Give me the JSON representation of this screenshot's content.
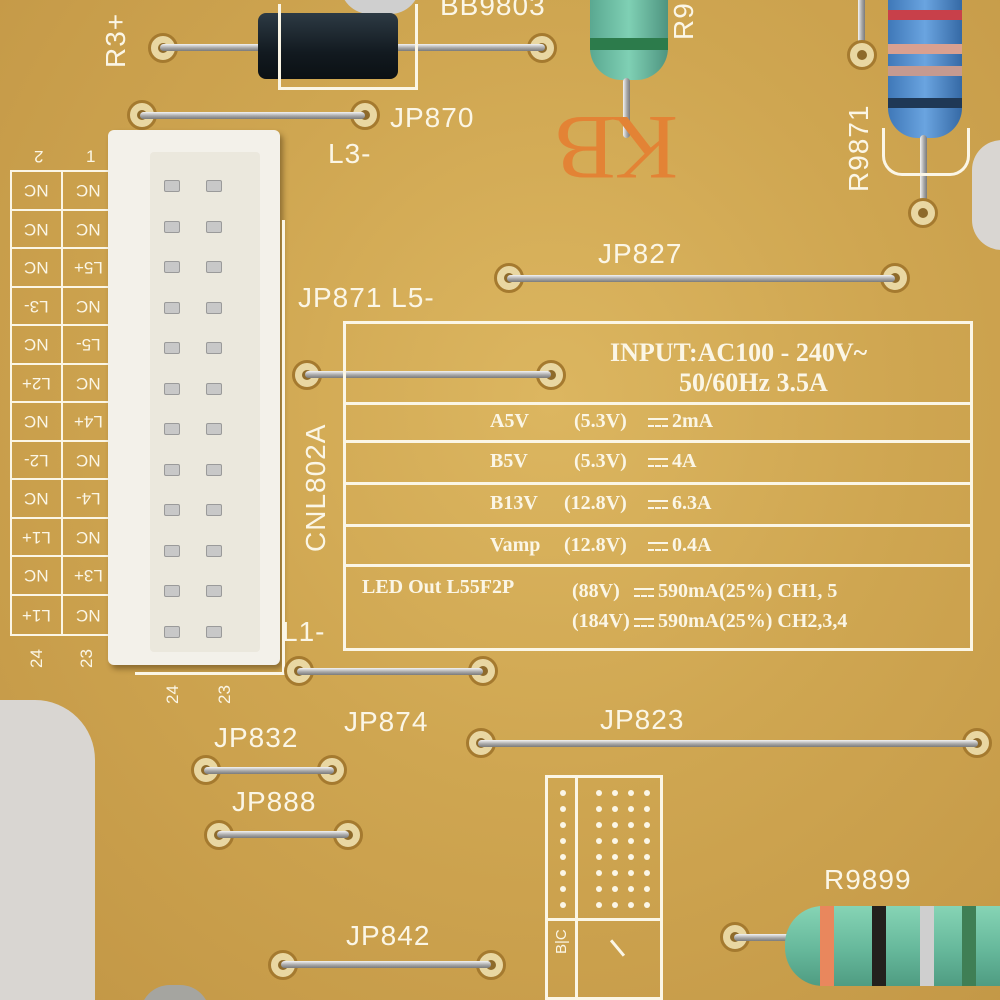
{
  "labels": {
    "r3": "R3+",
    "bb": "BB9803",
    "r9": "R9",
    "jp870": "JP870",
    "l3": "L3-",
    "kb": "KB",
    "r9871": "R9871",
    "jp827": "JP827",
    "jp871": "JP871 L5-",
    "cnl": "CNL802A",
    "l1": "L1-",
    "jp874": "JP874",
    "jp823": "JP823",
    "jp832": "JP832",
    "jp888": "JP888",
    "jp842": "JP842",
    "r9899": "R9899",
    "pin1": "1",
    "pin2": "2",
    "pin23": "23",
    "pin24": "24",
    "conn23": "23",
    "conn24": "24",
    "bc": "B|C"
  },
  "spec": {
    "input_line1": "INPUT:AC100 - 240V~",
    "input_line2": "50/60Hz 3.5A",
    "rows": [
      {
        "name": "A5V",
        "volt": "(5.3V)",
        "amp": "2mA"
      },
      {
        "name": "B5V",
        "volt": "(5.3V)",
        "amp": "4A"
      },
      {
        "name": "B13V",
        "volt": "(12.8V)",
        "amp": "6.3A"
      },
      {
        "name": "Vamp",
        "volt": "(12.8V)",
        "amp": "0.4A"
      }
    ],
    "led_label": "LED Out L55F2P",
    "led_rows": [
      {
        "volt": "(88V)",
        "amp": "590mA(25%) CH1, 5"
      },
      {
        "volt": "(184V)",
        "amp": "590mA(25%) CH2,3,4"
      }
    ]
  },
  "pin_table": {
    "left": [
      "L1+",
      "NC",
      "L1+",
      "NC",
      "L2-",
      "NC",
      "L2+",
      "NC",
      "L3-",
      "NC",
      "NC",
      "NC"
    ],
    "right": [
      "NC",
      "L3+",
      "NC",
      "L4-",
      "NC",
      "L4+",
      "NC",
      "L5-",
      "NC",
      "L5+",
      "NC",
      "NC"
    ]
  }
}
